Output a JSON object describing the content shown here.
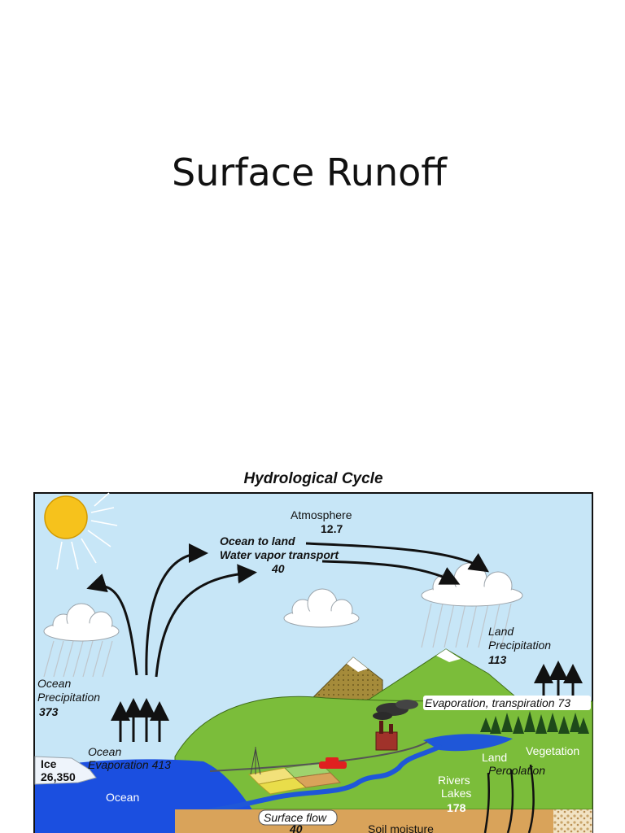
{
  "slide": {
    "title": "Surface Runoff"
  },
  "diagram": {
    "title": "Hydrological Cycle",
    "labels": {
      "atmosphere": "Atmosphere",
      "atmosphere_value": "12.7",
      "transport_line1": "Ocean to land",
      "transport_line2": "Water vapor transport",
      "transport_value": "40",
      "ocean_precip_line1": "Ocean",
      "ocean_precip_line2": "Precipitation",
      "ocean_precip_value": "373",
      "land_precip_line1": "Land",
      "land_precip_line2": "Precipitation",
      "land_precip_value": "113",
      "evap_transp": "Evaporation, transpiration 73",
      "ocean_evap_line1": "Ocean",
      "ocean_evap_line2": "Evaporation 413",
      "ice": "Ice",
      "ice_value": "26,350",
      "ocean": "Ocean",
      "vegetation": "Vegetation",
      "land": "Land",
      "percolation": "Percolation",
      "rivers": "Rivers",
      "lakes": "Lakes",
      "rivers_value": "178",
      "surface_flow": "Surface flow",
      "surface_flow_value": "40",
      "soil_moisture": "Soil moisture"
    },
    "colors": {
      "sky": "#c7e6f7",
      "sun": "#f6c21c",
      "ocean": "#1b4fe0",
      "land_green": "#7bbd3a",
      "mountain_brown": "#a58b3a",
      "soil": "#d9a35a",
      "river": "#1f57d8"
    }
  }
}
